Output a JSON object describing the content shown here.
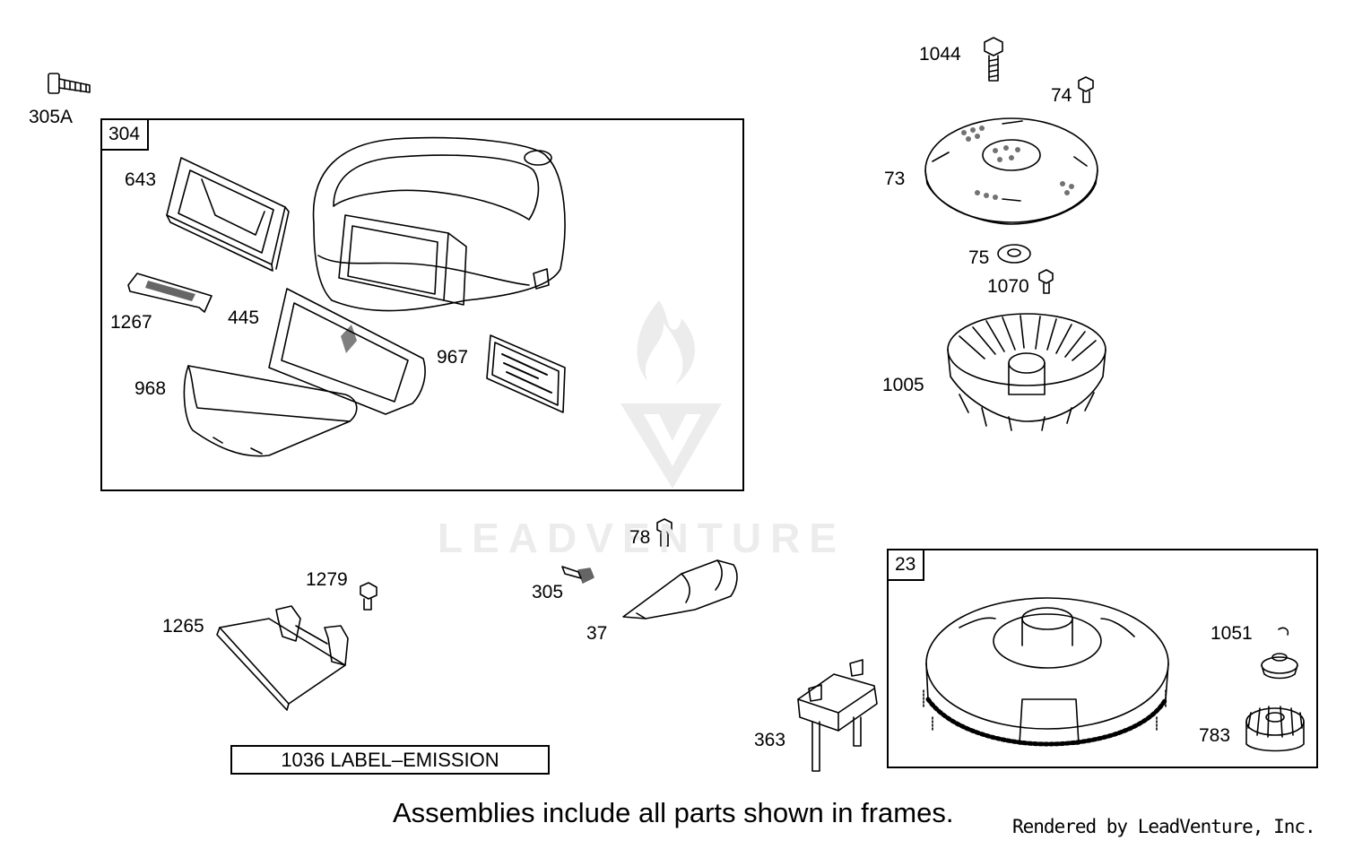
{
  "frames": {
    "left_assembly": "304",
    "right_assembly": "23"
  },
  "parts": {
    "p305A": "305A",
    "p643": "643",
    "p1267": "1267",
    "p445": "445",
    "p968": "968",
    "p967": "967",
    "p1044": "1044",
    "p74": "74",
    "p73": "73",
    "p75": "75",
    "p1070": "1070",
    "p1005": "1005",
    "p78": "78",
    "p1279": "1279",
    "p305": "305",
    "p1265": "1265",
    "p37": "37",
    "p1051": "1051",
    "p363": "363",
    "p783": "783"
  },
  "emission_label": "1036 LABEL–EMISSION",
  "footer_note": "Assemblies include all parts shown in frames.",
  "credit": "Rendered by LeadVenture, Inc.",
  "watermark": "LEADVENTURE"
}
